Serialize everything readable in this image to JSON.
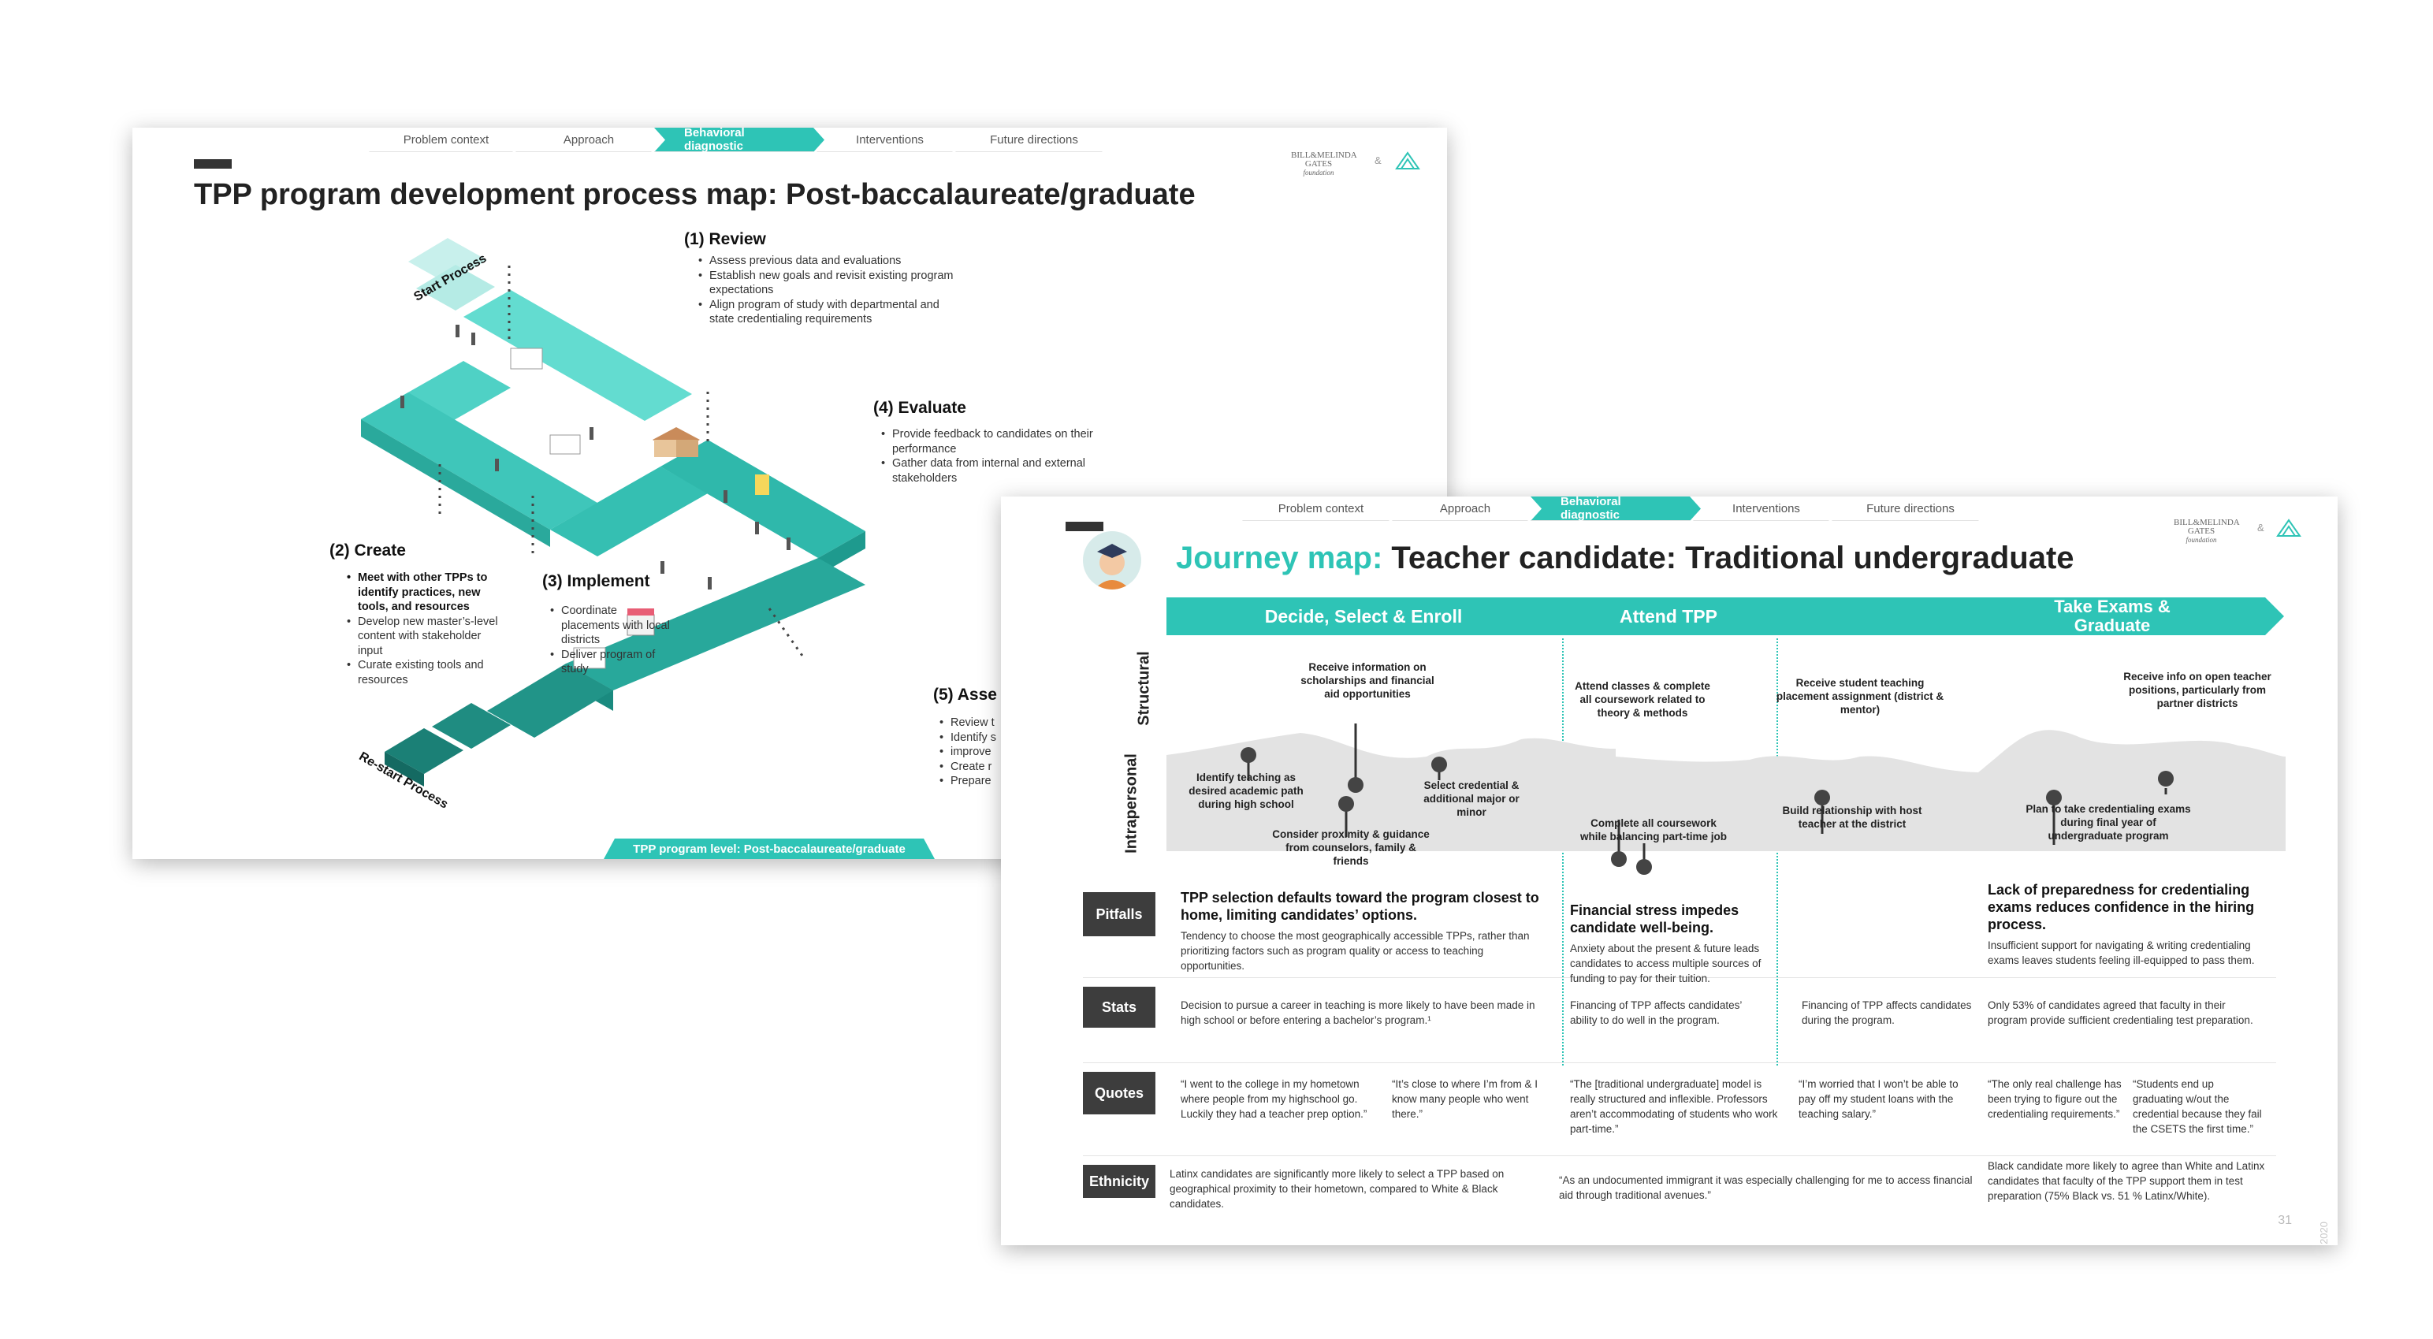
{
  "nav": {
    "tabs": [
      "Problem context",
      "Approach",
      "Behavioral diagnostic",
      "Interventions",
      "Future directions"
    ],
    "active": "Behavioral diagnostic"
  },
  "logo": {
    "line1": "BILL&MELINDA",
    "line2": "GATES",
    "line3": "foundation",
    "amp": "&"
  },
  "colors": {
    "accent": "#2ec4b6",
    "dark": "#333333",
    "platform": "#4fd1c5",
    "platform_dark": "#1e9a8e"
  },
  "slide1": {
    "title": "TPP program development process map: Post-baccalaureate/graduate",
    "start_label": "Start Process",
    "restart_label": "Re-start Process",
    "footer": "TPP program level: Post-baccalaureate/graduate",
    "steps": {
      "review": {
        "title": "(1) Review",
        "bullets": [
          "Assess previous data and evaluations",
          "Establish new goals and revisit existing program expectations",
          "Align program of study with departmental and state credentialing requirements"
        ]
      },
      "create": {
        "title": "(2) Create",
        "bold": "Meet with other TPPs to identify practices, new tools, and resources",
        "bullets": [
          "Develop new master’s-level content with stakeholder input",
          "Curate existing tools and resources"
        ]
      },
      "implement": {
        "title": "(3) Implement",
        "bullets": [
          "Coordinate placements with local districts",
          "Deliver program of study"
        ]
      },
      "evaluate": {
        "title": "(4) Evaluate",
        "bullets": [
          "Provide feedback to candidates on their performance",
          "Gather data from internal and external stakeholders"
        ]
      },
      "assess": {
        "title": "(5) Asse",
        "bullets": [
          "Review t",
          "Identify s",
          "improve",
          "Create r",
          "Prepare"
        ]
      }
    }
  },
  "slide2": {
    "title_accent": "Journey map:",
    "title_rest": " Teacher candidate: Traditional undergraduate",
    "phases": [
      "Decide, Select & Enroll",
      "Attend TPP",
      "Take Exams & Graduate"
    ],
    "side_labels": {
      "structural": "Structural",
      "intrapersonal": "Intrapersonal"
    },
    "journey_notes": {
      "n1": "Identify teaching as desired academic path during high school",
      "n2": "Receive information on scholarships and financial aid opportunities",
      "n3": "Consider proximity & guidance from counselors, family & friends",
      "n4": "Select credential & additional major or minor",
      "n5": "Attend classes & complete all coursework related to theory & methods",
      "n6": "Complete all coursework while balancing part-time job",
      "n7": "Receive student teaching placement assignment (district & mentor)",
      "n8": "Build relationship with host teacher at the district",
      "n9": "Plan to take credentialing exams during final year of undergraduate program",
      "n10": "Receive info on open teacher positions, particularly from partner districts"
    },
    "rows": {
      "pitfalls": "Pitfalls",
      "stats": "Stats",
      "quotes": "Quotes",
      "ethnicity": "Ethnicity"
    },
    "pitfalls": [
      {
        "head": "TPP selection defaults toward the program closest to home, limiting candidates’ options.",
        "body": "Tendency to choose the most geographically accessible TPPs, rather than prioritizing factors such as program quality or access to teaching opportunities."
      },
      {
        "head": "Financial stress impedes candidate well-being.",
        "body": "Anxiety about the present & future leads candidates to access multiple sources of funding to pay for their tuition."
      },
      {
        "head": "Lack of preparedness for credentialing exams reduces confidence in the hiring process.",
        "body": "Insufficient support for navigating & writing credentialing exams leaves students feeling ill-equipped to pass them."
      }
    ],
    "stats": [
      "Decision to pursue a career in teaching is more likely to have been made in high school or before entering a bachelor’s program.¹",
      "Financing of TPP affects candidates’ ability to do well in the program.",
      "Financing of TPP affects candidates during the program.",
      "Only 53% of candidates agreed that faculty in their program provide sufficient credentialing test preparation."
    ],
    "quotes": [
      "“I went to the college in my hometown where people from my highschool go. Luckily they had a teacher prep option.”",
      "“It’s close to where I’m from & I know many people who went there.”",
      "“The [traditional undergraduate] model is really structured and inflexible. Professors aren’t accommodating of students who work part-time.”",
      "“I’m worried that I won’t be able to pay off my student loans with the teaching salary.”",
      "“The only real challenge has been trying to figure out the credentialing requirements.”",
      "“Students end up graduating w/out the credential because they fail the CSETS the first time.”"
    ],
    "ethnicity": [
      "Latinx candidates are significantly more likely to select a TPP based on geographical proximity to their hometown, compared to White & Black candidates.",
      "“As an undocumented immigrant it was especially challenging for me to access financial aid through traditional avenues.”",
      "Black candidate more likely to agree than White and Latinx candidates that faculty of the TPP support them in test preparation (75% Black vs. 51 % Latinx/White)."
    ],
    "page_number": "31",
    "copyright": "The Decision Lab © 2020"
  }
}
